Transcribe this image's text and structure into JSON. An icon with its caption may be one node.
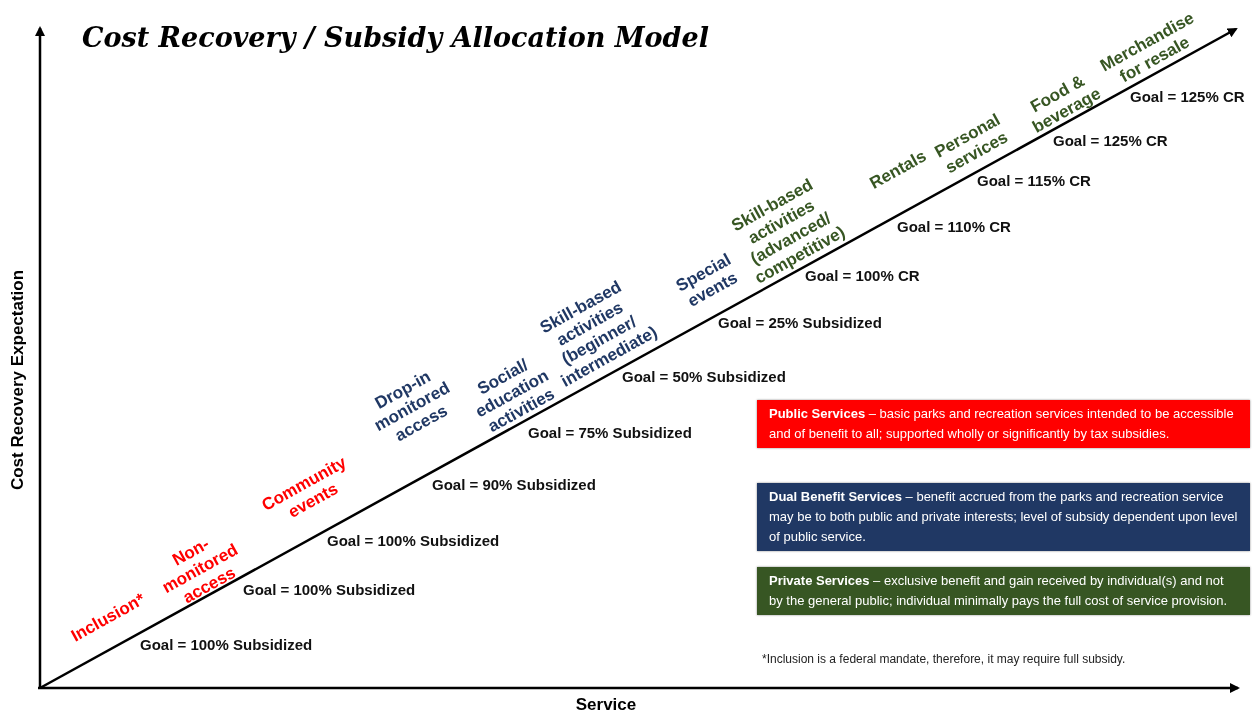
{
  "diagram": {
    "title": "Cost Recovery / Subsidy Allocation Model",
    "labels": [
      "Cost Recovery Expectation",
      "Service",
      "Inclusion*",
      "Goal = 100% Subsidized",
      "Non-monitored access",
      "Goal = 100% Subsidized",
      "Community events",
      "Goal = 100% Subsidized",
      "Drop-in monitored access",
      "Goal = 90% Subsidized",
      "Social/ education activities",
      "Goal = 75% Subsidized",
      "Skill-based activities (beginner/ intermediate)",
      "Goal = 50% Subsidized",
      "Special events",
      "Goal = 25% Subsidized",
      "Skill-based activities (advanced/ competitive)",
      "Goal = 100% CR",
      "Rentals",
      "Goal = 110% CR",
      "Personal services",
      "Goal = 115% CR",
      "Food & beverage",
      "Goal = 125% CR",
      "Merchandise for resale",
      "Goal = 125% CR",
      "*Inclusion is a federal mandate, therefore, it may require full subsidy."
    ],
    "legend": [
      {
        "text": "**Public Services** – basic parks and recreation services intended to be accessible and of benefit to all; supported wholly or significantly by tax subsidies.",
        "color": "#ff0000"
      },
      {
        "text": "**Dual Benefit Services** – benefit accrued from the parks and recreation service may be to both public and private interests; level of subsidy dependent upon level of public service.",
        "color": "#203864"
      },
      {
        "text": "**Private Services** – exclusive benefit and gain received by individual(s) and not by the general public; individual minimally pays the full cost of service provision.",
        "color": "#375623"
      }
    ]
  }
}
